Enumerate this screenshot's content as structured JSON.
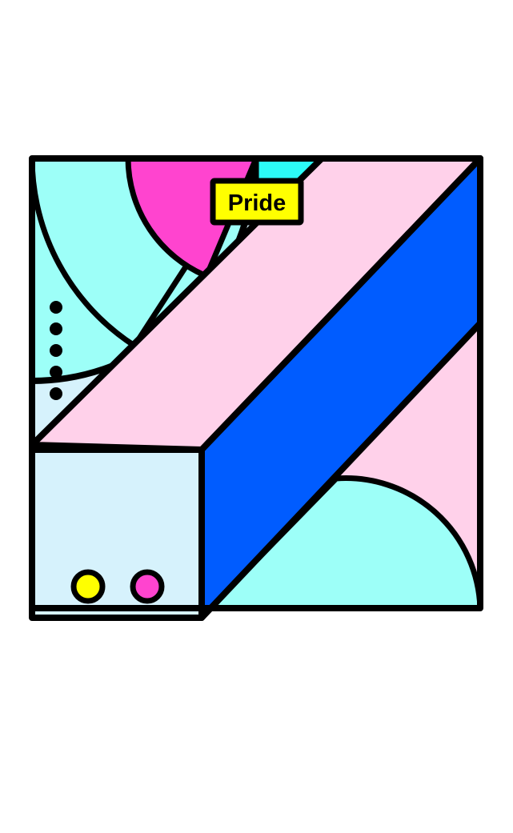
{
  "label": {
    "text": "Pride"
  },
  "colors": {
    "outline": "#000000",
    "background": "#ffffff",
    "light_blue": "#d6f2fc",
    "aqua": "#9dfff8",
    "cyan": "#2cfbf7",
    "magenta": "#ff44cf",
    "pale_pink": "#ffd1ea",
    "royal_blue": "#005cff",
    "yellow": "#ffff00"
  },
  "dots": {
    "count": 5
  },
  "circles": [
    {
      "name": "yellow",
      "color": "#ffff00"
    },
    {
      "name": "magenta",
      "color": "#ff44cf"
    }
  ]
}
